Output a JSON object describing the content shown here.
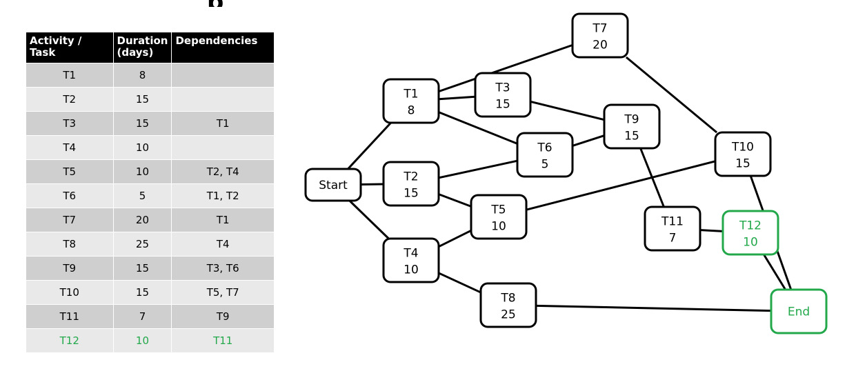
{
  "table": {
    "headers": [
      "Activity / Task",
      "Duration (days)",
      "Dependencies"
    ],
    "rows": [
      [
        "T1",
        "8",
        ""
      ],
      [
        "T2",
        "15",
        ""
      ],
      [
        "T3",
        "15",
        "T1"
      ],
      [
        "T4",
        "10",
        ""
      ],
      [
        "T5",
        "10",
        "T2, T4"
      ],
      [
        "T6",
        "5",
        "T1, T2"
      ],
      [
        "T7",
        "20",
        "T1"
      ],
      [
        "T8",
        "25",
        "T4"
      ],
      [
        "T9",
        "15",
        "T3, T6"
      ],
      [
        "T10",
        "15",
        "T5, T7"
      ],
      [
        "T11",
        "7",
        "T9"
      ],
      [
        "T12",
        "10",
        "T11"
      ]
    ],
    "highlight_row_index": 11,
    "highlight_color": "#22a84a"
  },
  "network": {
    "nodes": [
      {
        "id": "Start",
        "label": "Start",
        "value": ""
      },
      {
        "id": "T1",
        "label": "T1",
        "value": "8"
      },
      {
        "id": "T2",
        "label": "T2",
        "value": "15"
      },
      {
        "id": "T3",
        "label": "T3",
        "value": "15"
      },
      {
        "id": "T4",
        "label": "T4",
        "value": "10"
      },
      {
        "id": "T5",
        "label": "T5",
        "value": "10"
      },
      {
        "id": "T6",
        "label": "T6",
        "value": "5"
      },
      {
        "id": "T7",
        "label": "T7",
        "value": "20"
      },
      {
        "id": "T8",
        "label": "T8",
        "value": "25"
      },
      {
        "id": "T9",
        "label": "T9",
        "value": "15"
      },
      {
        "id": "T10",
        "label": "T10",
        "value": "15"
      },
      {
        "id": "T11",
        "label": "T11",
        "value": "7"
      },
      {
        "id": "T12",
        "label": "T12",
        "value": "10",
        "highlight": true
      },
      {
        "id": "End",
        "label": "End",
        "value": "",
        "highlight": true
      }
    ],
    "edges": [
      [
        "Start",
        "T1"
      ],
      [
        "Start",
        "T2"
      ],
      [
        "Start",
        "T4"
      ],
      [
        "T1",
        "T7"
      ],
      [
        "T1",
        "T3"
      ],
      [
        "T1",
        "T6"
      ],
      [
        "T2",
        "T6"
      ],
      [
        "T2",
        "T5"
      ],
      [
        "T4",
        "T5"
      ],
      [
        "T4",
        "T8"
      ],
      [
        "T3",
        "T9"
      ],
      [
        "T6",
        "T9"
      ],
      [
        "T7",
        "T10"
      ],
      [
        "T5",
        "T10"
      ],
      [
        "T9",
        "T11"
      ],
      [
        "T11",
        "T12"
      ],
      [
        "T12",
        "End"
      ],
      [
        "T10",
        "End"
      ],
      [
        "T8",
        "End"
      ]
    ],
    "highlight_color": "#22a84a"
  }
}
